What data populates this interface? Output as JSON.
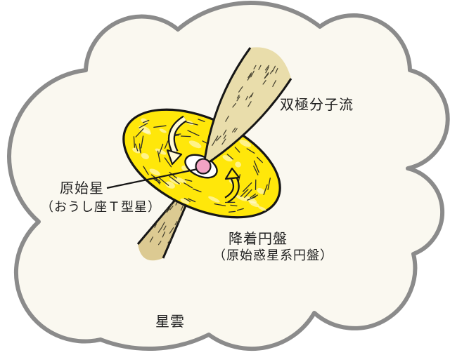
{
  "diagram": {
    "labels": {
      "bipolar_flow": "双極分子流",
      "protostar": "原始星",
      "protostar_sub": "（おうし座Ｔ型星）",
      "accretion_disk": "降着円盤",
      "accretion_disk_sub": "（原始惑星系円盤）",
      "nebula": "星雲"
    },
    "colors": {
      "background": "#ffffff",
      "cloud_fill": "#faf8f0",
      "cloud_outline": "#8b8b8b",
      "disk_yellow": "#ffe70a",
      "disk_mottle": "#fffce0",
      "jet_upper": "#e9ddab",
      "jet_lower": "#dcca92",
      "protostar_pink": "#f2a3c5",
      "outline_black": "#161616"
    }
  }
}
